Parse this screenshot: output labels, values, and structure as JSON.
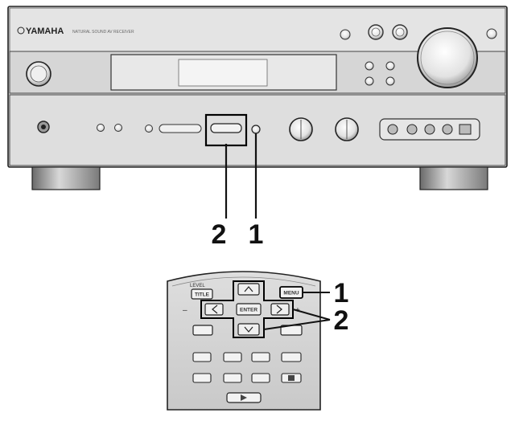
{
  "receiver": {
    "brand": "YAMAHA",
    "model_caption": "NATURAL SOUND AV RECEIVER"
  },
  "callouts": {
    "receiver_left": "2",
    "receiver_right": "1",
    "remote_top": "1",
    "remote_bottom": "2"
  },
  "remote": {
    "level_label": "LEVEL",
    "title_button": "TITLE",
    "menu_button": "MENU",
    "enter_button": "ENTER",
    "minus_sign": "–",
    "plus_sign": "+"
  },
  "colors": {
    "panel": "#dcdcdc",
    "outline": "#222222",
    "highlight": "#000000"
  }
}
